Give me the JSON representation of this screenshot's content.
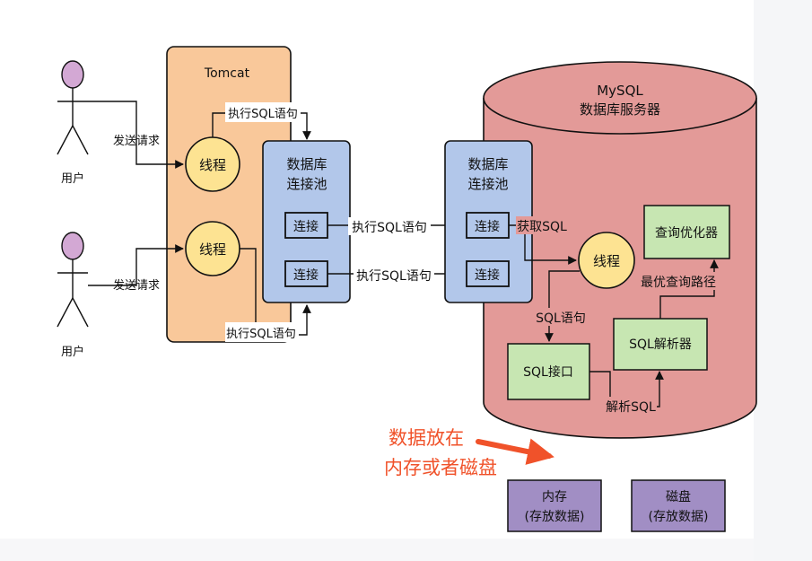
{
  "diagram": {
    "users": [
      {
        "label": "用户",
        "action": "发送请求"
      },
      {
        "label": "用户",
        "action": "发送请求"
      }
    ],
    "tomcat": {
      "title": "Tomcat",
      "threads": [
        "线程",
        "线程"
      ],
      "exec_top": "执行SQL语句",
      "exec_bottom": "执行SQL语句"
    },
    "app_pool": {
      "title_line1": "数据库",
      "title_line2": "连接池",
      "connections": [
        "连接",
        "连接"
      ]
    },
    "pool_links": [
      "执行SQL语句",
      "执行SQL语句"
    ],
    "db_pool": {
      "title_line1": "数据库",
      "title_line2": "连接池",
      "connections": [
        "连接",
        "连接"
      ]
    },
    "mysql": {
      "title_line1": "MySQL",
      "title_line2": "数据库服务器",
      "get_sql": "获取SQL",
      "thread": "线程",
      "sql_statement": "SQL语句",
      "sql_interface": "SQL接口",
      "parse_sql": "解析SQL",
      "sql_parser": "SQL解析器",
      "best_path": "最优查询路径",
      "optimizer": "查询优化器"
    },
    "note": {
      "line1": "数据放在",
      "line2": "内存或者磁盘"
    },
    "storage": [
      {
        "name": "内存",
        "detail": "(存放数据)"
      },
      {
        "name": "磁盘",
        "detail": "(存放数据)"
      }
    ],
    "colors": {
      "tomcat_fill": "#f9c89a",
      "pool_fill": "#b2c7ea",
      "thread_fill": "#fde392",
      "mysql_fill": "#e39a98",
      "component_fill": "#c7e6b2",
      "storage_fill": "#a18ec4",
      "note_color": "#f0522a",
      "user_head": "#d3a8d4"
    }
  }
}
